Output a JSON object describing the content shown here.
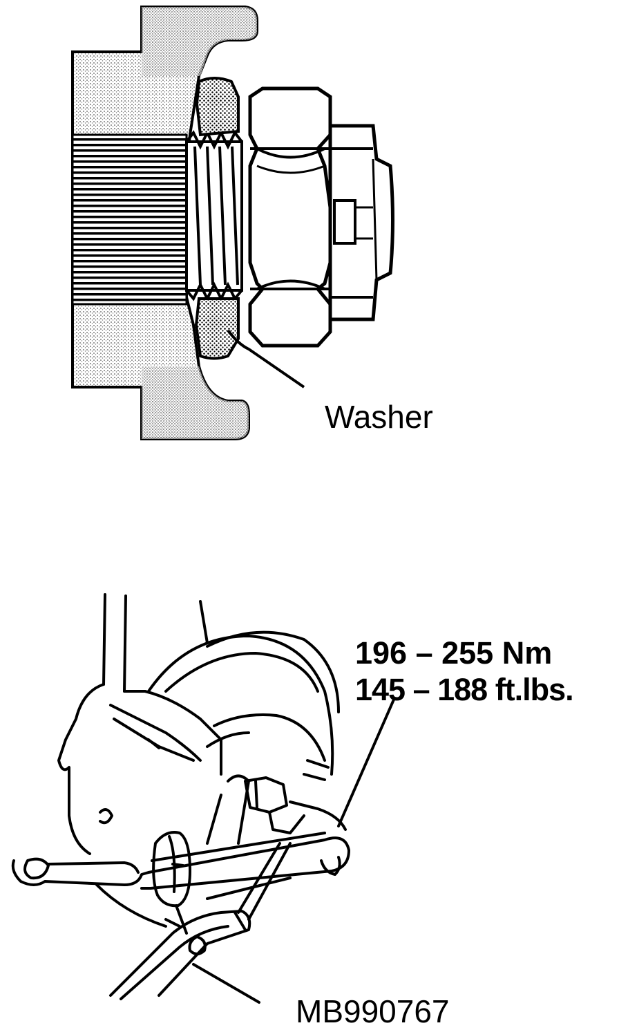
{
  "labels": {
    "washer": "Washer",
    "torque_nm": "196 – 255 Nm",
    "torque_ftlbs": "145 – 188 ft.lbs.",
    "tool": "MB990767"
  },
  "colors": {
    "ink": "#000000",
    "paper": "#ffffff",
    "stipple": "#8a8a8a"
  }
}
